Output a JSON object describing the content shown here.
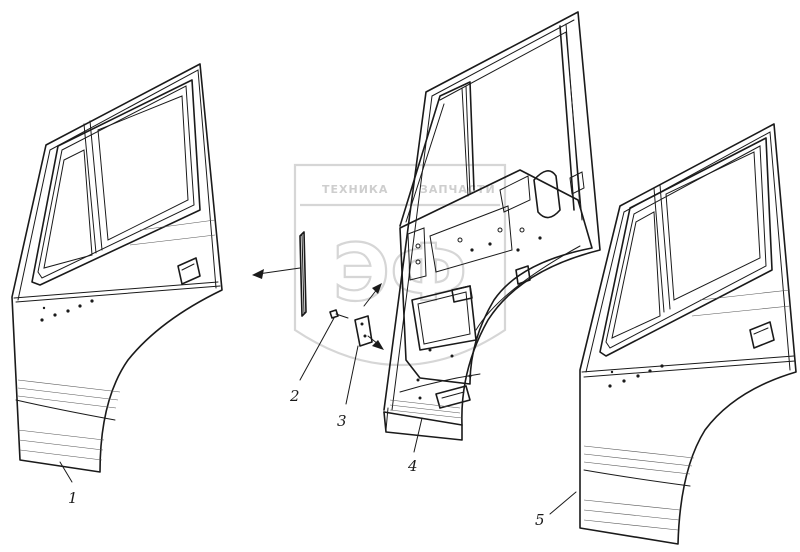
{
  "diagram": {
    "callouts": [
      {
        "id": "door-left",
        "label": "1"
      },
      {
        "id": "seal",
        "label": "2"
      },
      {
        "id": "hinge",
        "label": "3"
      },
      {
        "id": "door-inner",
        "label": "4"
      },
      {
        "id": "door-right",
        "label": "5"
      }
    ],
    "watermark": {
      "text_left": "ТЕХНИКА",
      "text_right": "ЗАПЧАСТИ",
      "logo": "ЭФ"
    }
  }
}
